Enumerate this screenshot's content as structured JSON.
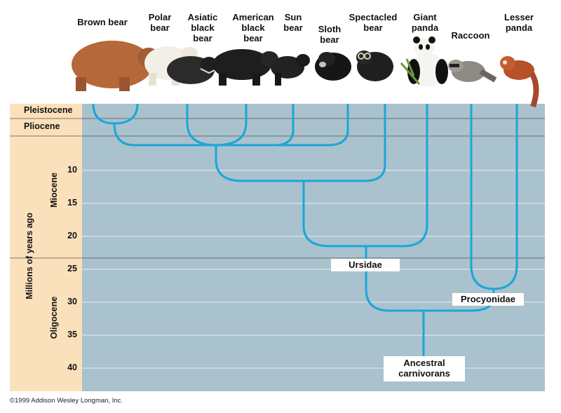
{
  "animals": [
    {
      "name": "Brown bear",
      "label": "Brown bear"
    },
    {
      "name": "Polar bear",
      "label": "Polar\nbear"
    },
    {
      "name": "Asiatic black bear",
      "label": "Asiatic\nblack\nbear"
    },
    {
      "name": "American black bear",
      "label": "American\nblack\nbear"
    },
    {
      "name": "Sun bear",
      "label": "Sun\nbear"
    },
    {
      "name": "Sloth bear",
      "label": "Sloth\nbear"
    },
    {
      "name": "Spectacled bear",
      "label": "Spectacled\nbear"
    },
    {
      "name": "Giant panda",
      "label": "Giant\npanda"
    },
    {
      "name": "Raccoon",
      "label": "Raccoon"
    },
    {
      "name": "Lesser panda",
      "label": "Lesser\npanda"
    }
  ],
  "epochs": {
    "pleistocene": "Pleistocene",
    "pliocene": "Pliocene",
    "miocene": "Miocene",
    "oligocene": "Oligocene"
  },
  "axis": {
    "label": "Millions of years ago",
    "ticks": [
      "10",
      "15",
      "20",
      "25",
      "30",
      "35",
      "40"
    ]
  },
  "groups": {
    "ursidae": "Ursidae",
    "procyonidae": "Procyonidae",
    "ancestral": "Ancestral\ncarnivorans"
  },
  "copyright": "©1999 Addison Wesley Longman, Inc.",
  "colors": {
    "panel": "#a9c2cd",
    "sidebar": "#fbe1bb",
    "branch": "#1aa6da",
    "grid": "#e8eef1"
  }
}
